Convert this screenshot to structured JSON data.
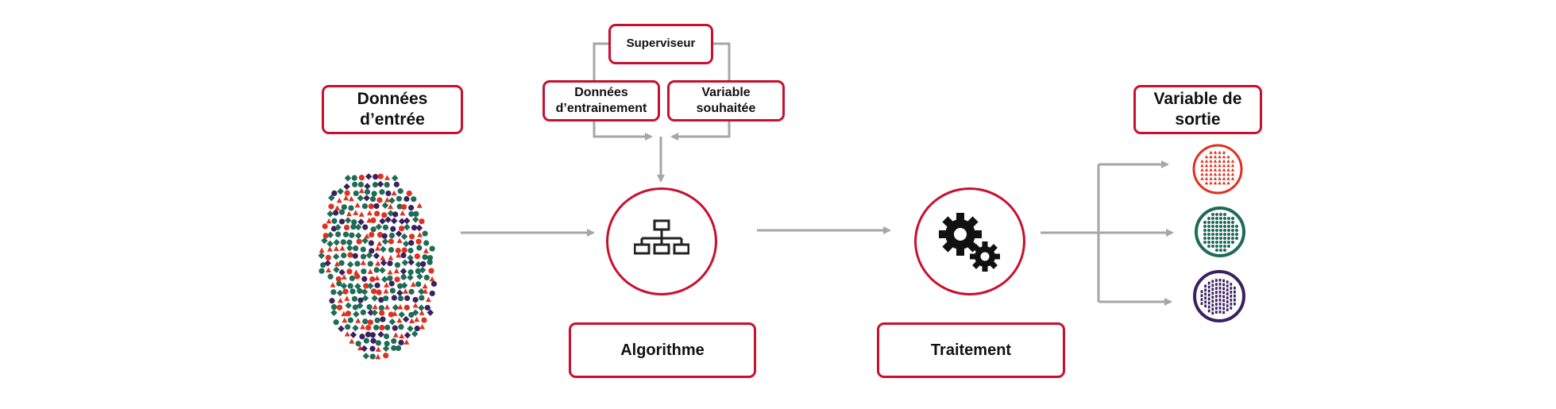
{
  "labels": {
    "input_data": "Données d’entrée",
    "supervisor": "Superviseur",
    "training_data": "Données d’entrainement",
    "target_variable": "Variable souhaitée",
    "algorithm": "Algorithme",
    "processing": "Traitement",
    "output_variable": "Variable de sortie"
  },
  "icons": {
    "algorithm": "hierarchy-icon",
    "processing": "gears-icon",
    "outputs": [
      "red-triangle-cluster-icon",
      "green-dot-cluster-icon",
      "purple-bar-cluster-icon"
    ]
  },
  "colors": {
    "accent": "#c8102e",
    "connector": "#a6a6a6",
    "red": "#e0301e",
    "green": "#1f6b55",
    "purple": "#3b2060"
  }
}
